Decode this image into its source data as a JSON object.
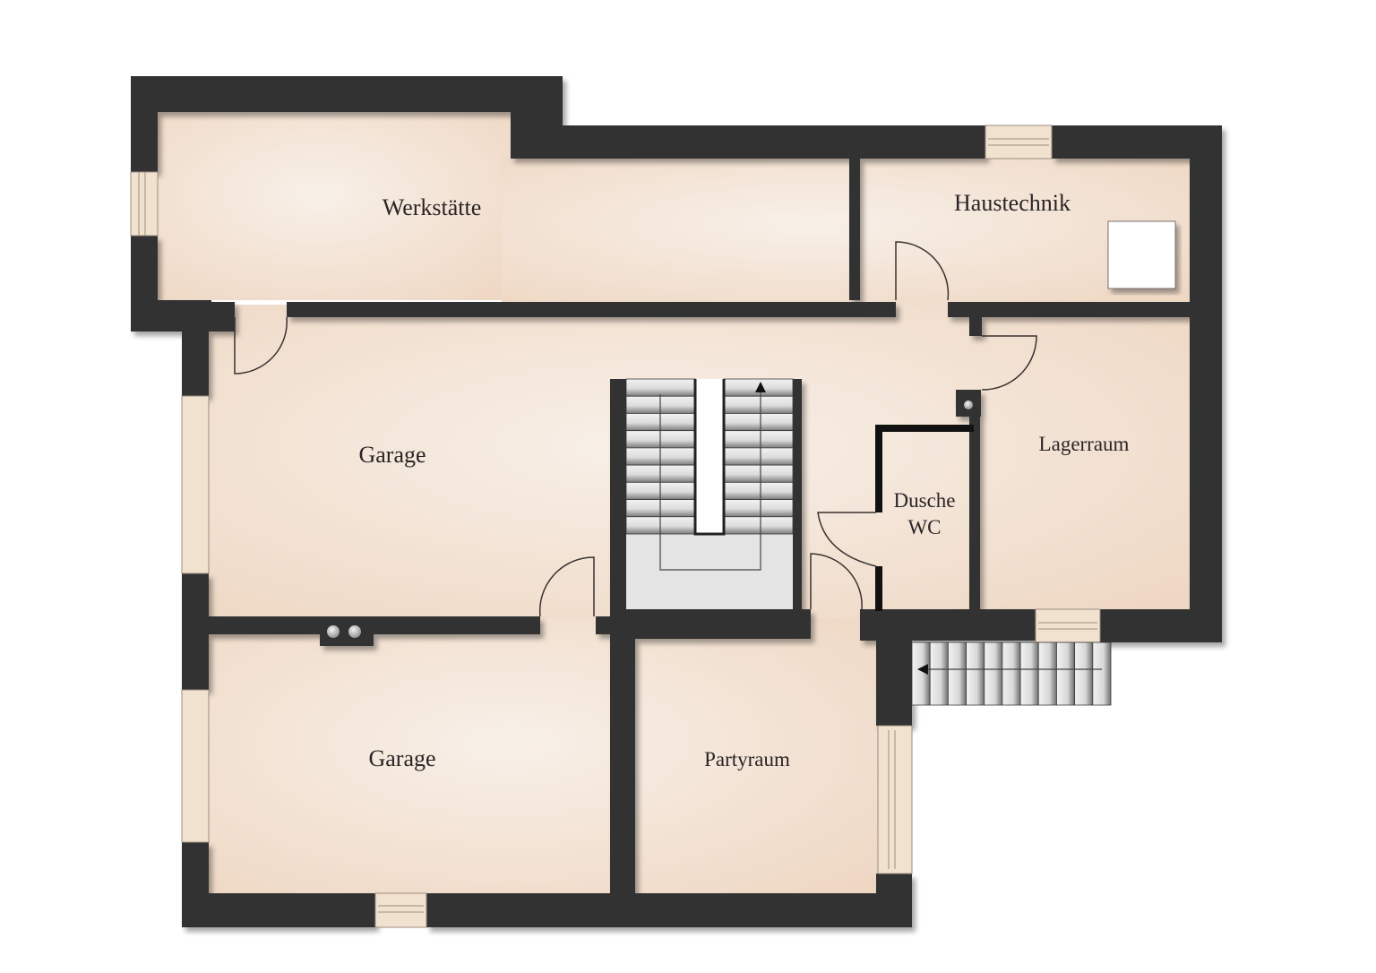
{
  "floor_plan": {
    "type": "basement-floor-plan",
    "colors": {
      "wall": "#333132",
      "floor_light": "#f6ece3",
      "floor_warm": "#efd9c6",
      "stair_fill": "#e4e4e4",
      "window_fill": "#f1e2d0",
      "label_text": "#2b2426"
    },
    "rooms": [
      {
        "id": "werkstaette",
        "label": "Werkstätte"
      },
      {
        "id": "haustechnik",
        "label": "Haustechnik"
      },
      {
        "id": "garage_1",
        "label": "Garage"
      },
      {
        "id": "lagerraum",
        "label": "Lagerraum"
      },
      {
        "id": "dusche_wc",
        "label_line1": "Dusche",
        "label_line2": "WC"
      },
      {
        "id": "garage_2",
        "label": "Garage"
      },
      {
        "id": "partyraum",
        "label": "Partyraum"
      }
    ],
    "features": {
      "interior_staircase": {
        "steps_left": 9,
        "steps_right": 9,
        "direction": "up"
      },
      "exterior_staircase": {
        "steps": 11,
        "direction": "left"
      },
      "technical_box": "white-square-equipment",
      "chimney_shafts": 2,
      "pillar_with_drain": 1
    }
  }
}
